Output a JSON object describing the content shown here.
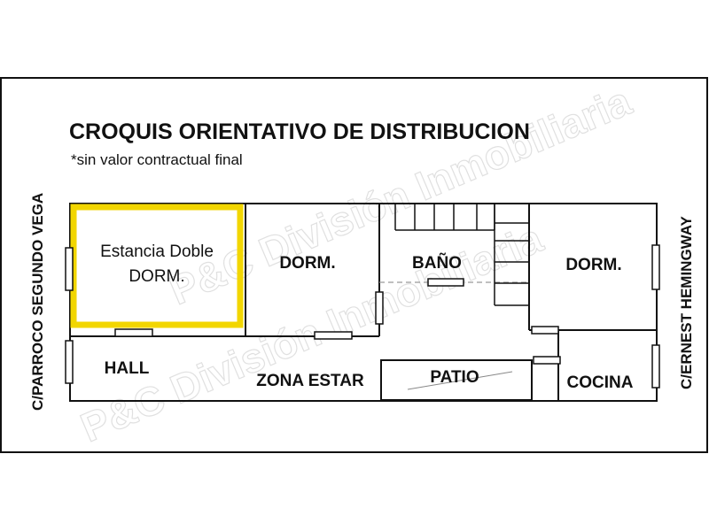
{
  "header": {
    "title": "CROQUIS ORIENTATIVO DE DISTRIBUCION",
    "subtitle": "*sin valor contractual final"
  },
  "streets": {
    "left": "C/PARROCO SEGUNDO VEGA",
    "right": "C/ERNEST HEMINGWAY"
  },
  "rooms": {
    "highlight_line1": "Estancia Doble",
    "highlight_line2": "DORM.",
    "dorm_center": "DORM.",
    "bano": "BAÑO",
    "dorm_right": "DORM.",
    "hall": "HALL",
    "zona_estar": "ZONA ESTAR",
    "patio": "PATIO",
    "cocina": "COCINA"
  },
  "watermark": {
    "line1": "P&C División Inmobiliaria",
    "line2": "P&C División Inmobiliaria"
  },
  "colors": {
    "highlight": "#f2d600",
    "wall": "#111111",
    "watermark": "#c8c8c8"
  }
}
